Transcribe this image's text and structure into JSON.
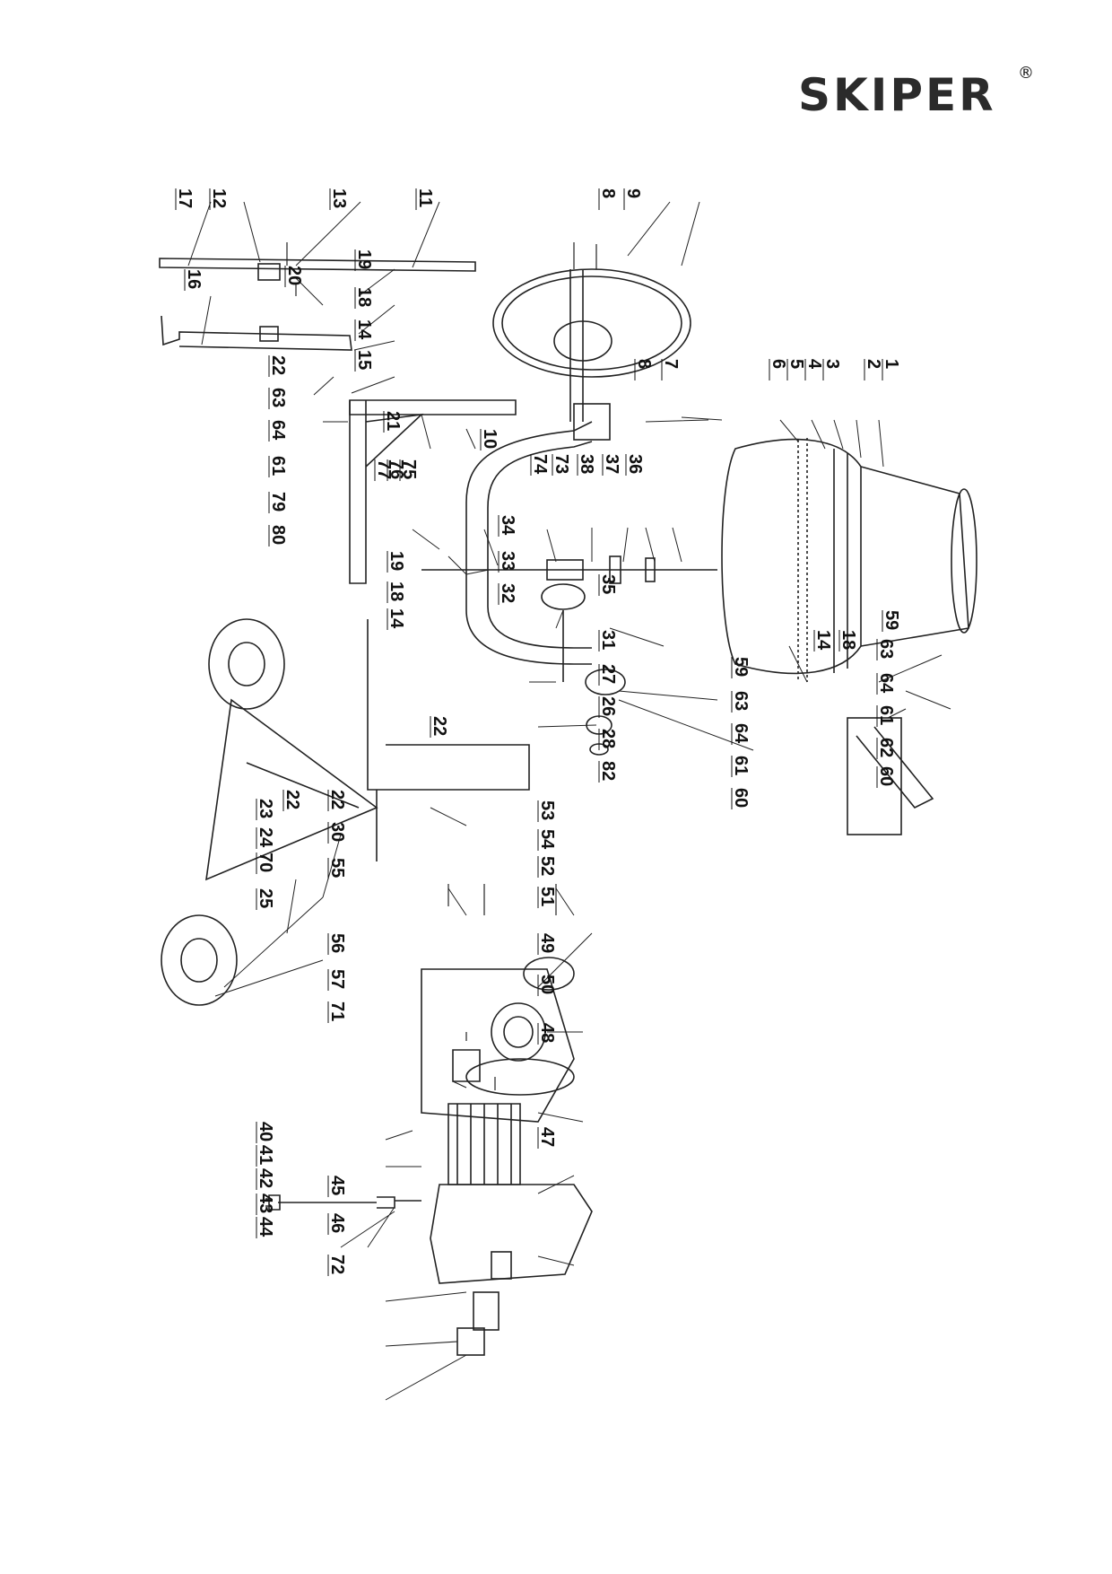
{
  "brand": {
    "name": "SKIPER",
    "registered": "®"
  },
  "diagram": {
    "callouts": [
      {
        "id": "c17",
        "text": "17"
      },
      {
        "id": "c12",
        "text": "12"
      },
      {
        "id": "c13",
        "text": "13"
      },
      {
        "id": "c11",
        "text": "11"
      },
      {
        "id": "c8a",
        "text": "8"
      },
      {
        "id": "c9",
        "text": "9"
      },
      {
        "id": "c16",
        "text": "16"
      },
      {
        "id": "c20",
        "text": "20"
      },
      {
        "id": "c19a",
        "text": "19"
      },
      {
        "id": "c18a",
        "text": "18"
      },
      {
        "id": "c14a",
        "text": "14"
      },
      {
        "id": "c15",
        "text": "15"
      },
      {
        "id": "c22a",
        "text": "22"
      },
      {
        "id": "c63a",
        "text": "63"
      },
      {
        "id": "c64a",
        "text": "64"
      },
      {
        "id": "c61a",
        "text": "61"
      },
      {
        "id": "c79",
        "text": "79"
      },
      {
        "id": "c80",
        "text": "80"
      },
      {
        "id": "c21",
        "text": "21"
      },
      {
        "id": "c10",
        "text": "10"
      },
      {
        "id": "c77",
        "text": "77"
      },
      {
        "id": "c76",
        "text": "76"
      },
      {
        "id": "c75",
        "text": "75"
      },
      {
        "id": "c74",
        "text": "74"
      },
      {
        "id": "c73",
        "text": "73"
      },
      {
        "id": "c38",
        "text": "38"
      },
      {
        "id": "c37",
        "text": "37"
      },
      {
        "id": "c36",
        "text": "36"
      },
      {
        "id": "c8b",
        "text": "8"
      },
      {
        "id": "c7",
        "text": "7"
      },
      {
        "id": "c6",
        "text": "6"
      },
      {
        "id": "c5",
        "text": "5"
      },
      {
        "id": "c4",
        "text": "4"
      },
      {
        "id": "c3",
        "text": "3"
      },
      {
        "id": "c2",
        "text": "2"
      },
      {
        "id": "c1",
        "text": "1"
      },
      {
        "id": "c34",
        "text": "34"
      },
      {
        "id": "c33",
        "text": "33"
      },
      {
        "id": "c32",
        "text": "32"
      },
      {
        "id": "c35",
        "text": "35"
      },
      {
        "id": "c19b",
        "text": "19"
      },
      {
        "id": "c18b",
        "text": "18"
      },
      {
        "id": "c14b",
        "text": "14"
      },
      {
        "id": "c31",
        "text": "31"
      },
      {
        "id": "c27",
        "text": "27"
      },
      {
        "id": "c26",
        "text": "26"
      },
      {
        "id": "c28",
        "text": "28"
      },
      {
        "id": "c82",
        "text": "82"
      },
      {
        "id": "c22b",
        "text": "22"
      },
      {
        "id": "c59a",
        "text": "59"
      },
      {
        "id": "c14c",
        "text": "14"
      },
      {
        "id": "c18c",
        "text": "18"
      },
      {
        "id": "c63b",
        "text": "63"
      },
      {
        "id": "c64b",
        "text": "64"
      },
      {
        "id": "c61b",
        "text": "61"
      },
      {
        "id": "c62",
        "text": "62"
      },
      {
        "id": "c60a",
        "text": "60"
      },
      {
        "id": "c59b",
        "text": "59"
      },
      {
        "id": "c63c",
        "text": "63"
      },
      {
        "id": "c64c",
        "text": "64"
      },
      {
        "id": "c61c",
        "text": "61"
      },
      {
        "id": "c60b",
        "text": "60"
      },
      {
        "id": "c22c",
        "text": "22"
      },
      {
        "id": "c23",
        "text": "23"
      },
      {
        "id": "c24",
        "text": "24"
      },
      {
        "id": "c70",
        "text": "70"
      },
      {
        "id": "c25",
        "text": "25"
      },
      {
        "id": "c22d",
        "text": "22"
      },
      {
        "id": "c30",
        "text": "30"
      },
      {
        "id": "c55",
        "text": "55"
      },
      {
        "id": "c53",
        "text": "53"
      },
      {
        "id": "c54",
        "text": "54"
      },
      {
        "id": "c52",
        "text": "52"
      },
      {
        "id": "c51",
        "text": "51"
      },
      {
        "id": "c49",
        "text": "49"
      },
      {
        "id": "c56",
        "text": "56"
      },
      {
        "id": "c57",
        "text": "57"
      },
      {
        "id": "c71",
        "text": "71"
      },
      {
        "id": "c50",
        "text": "50"
      },
      {
        "id": "c48",
        "text": "48"
      },
      {
        "id": "c40",
        "text": "40"
      },
      {
        "id": "c41",
        "text": "41"
      },
      {
        "id": "c42",
        "text": "42"
      },
      {
        "id": "c43",
        "text": "43"
      },
      {
        "id": "c44",
        "text": "44"
      },
      {
        "id": "c47",
        "text": "47"
      },
      {
        "id": "c45",
        "text": "45"
      },
      {
        "id": "c46",
        "text": "46"
      },
      {
        "id": "c72",
        "text": "72"
      }
    ]
  }
}
